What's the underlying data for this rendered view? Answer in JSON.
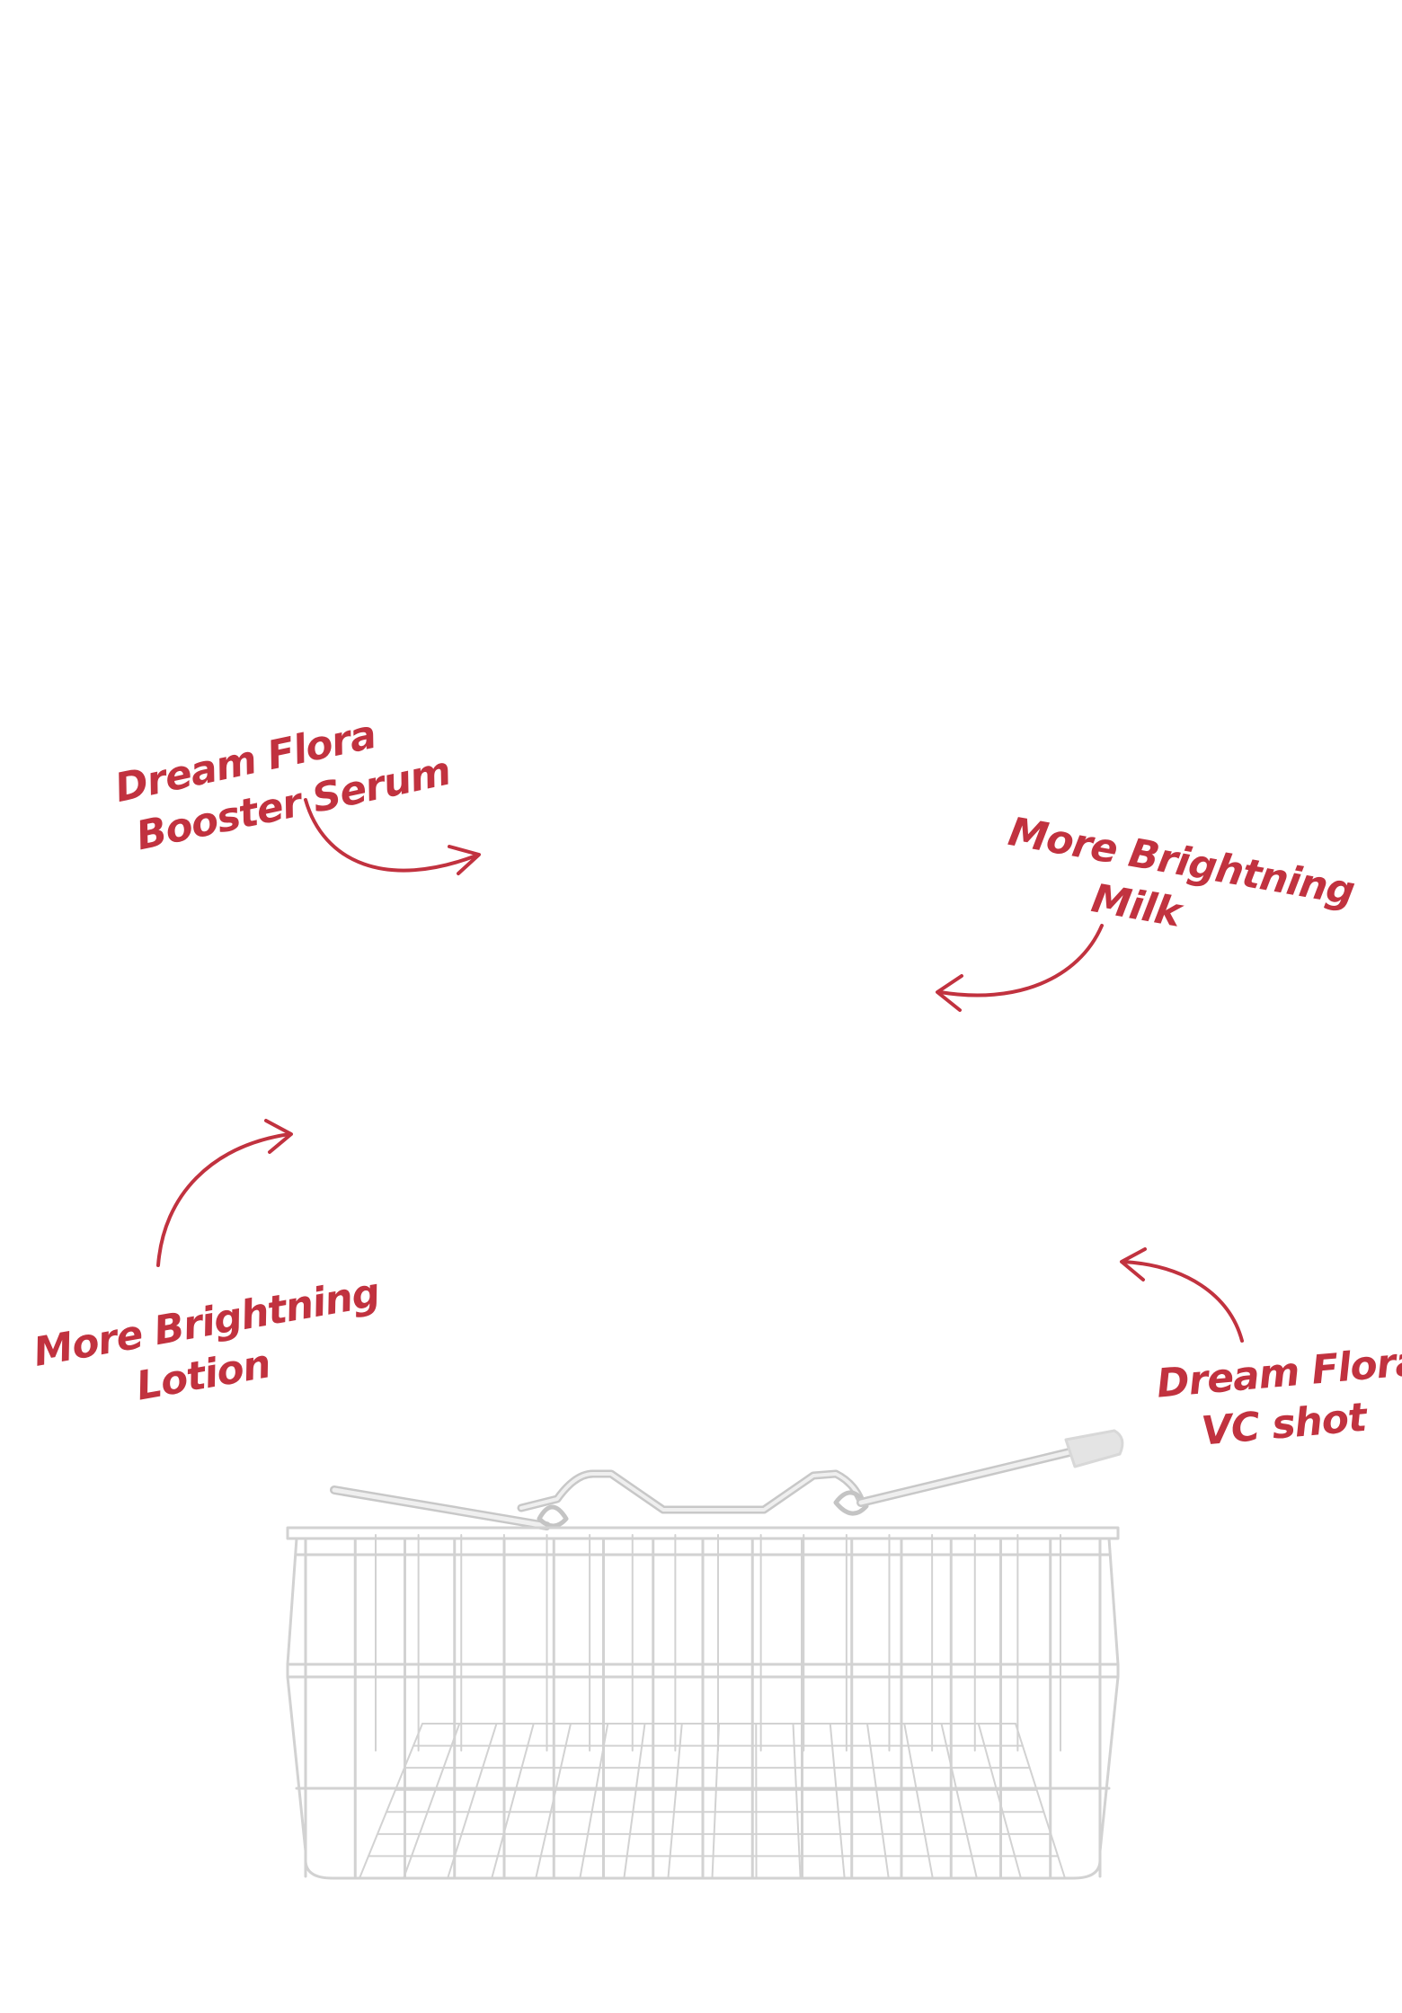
{
  "colors": {
    "accent": "#c1323f",
    "basket_wire": "#d2d2d2",
    "handle_grip": "#e4e4e4",
    "background": "#ffffff"
  },
  "labels": {
    "dream_flora_serum": {
      "line1": "Dream Flora",
      "line2": "Booster Serum"
    },
    "more_brightning_milk": {
      "line1": "More Brightning",
      "line2": "Milk"
    },
    "more_brightning_lotion": {
      "line1": "More Brightning",
      "line2": "Lotion"
    },
    "dream_flora_vc": {
      "line1": "Dream Flora",
      "line2": "VC shot"
    }
  },
  "basket": {
    "name": "wire-shopping-basket"
  }
}
